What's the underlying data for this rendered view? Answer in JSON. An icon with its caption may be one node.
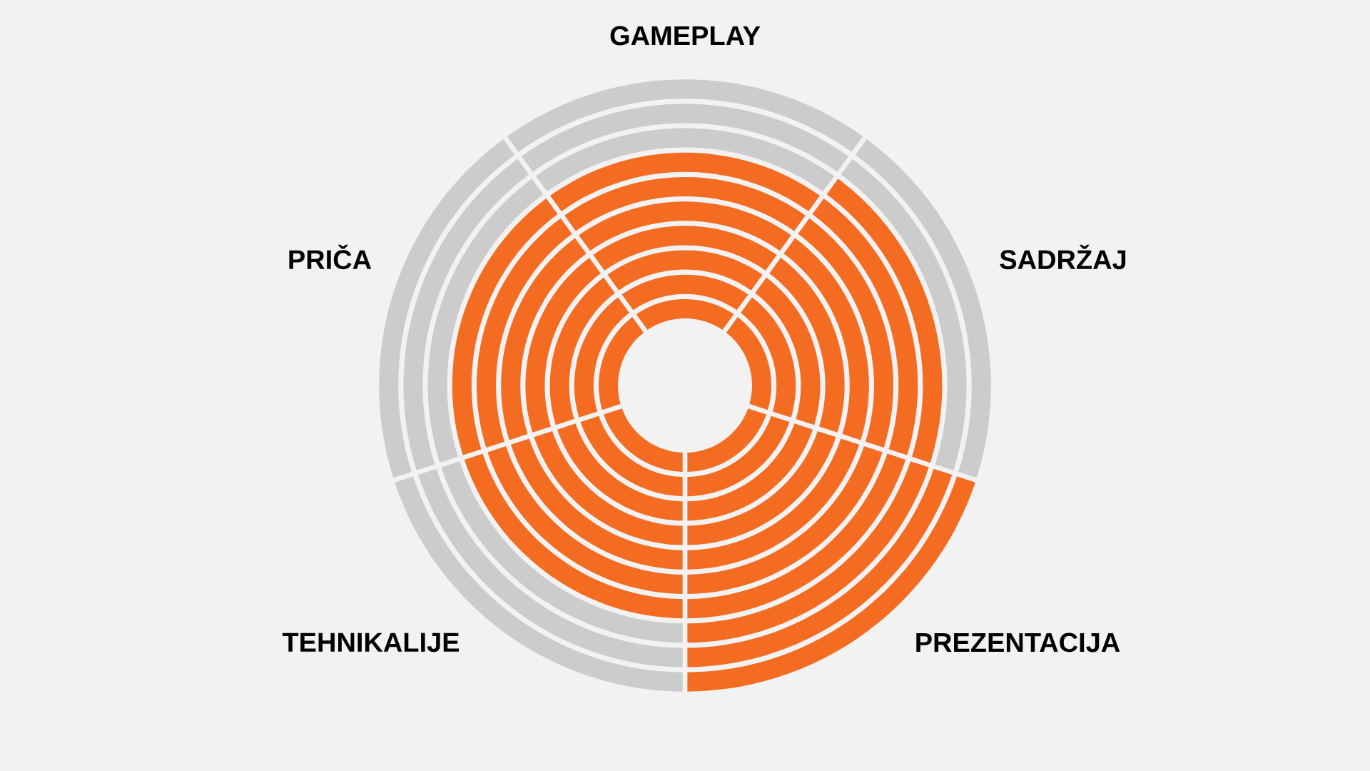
{
  "diagram": {
    "labels": [
      "GAMEPLAY",
      "PRIČA",
      "SADRŽAJ",
      "TEHNIKALIJE",
      "PREZENTACIJA"
    ]
  }
}
